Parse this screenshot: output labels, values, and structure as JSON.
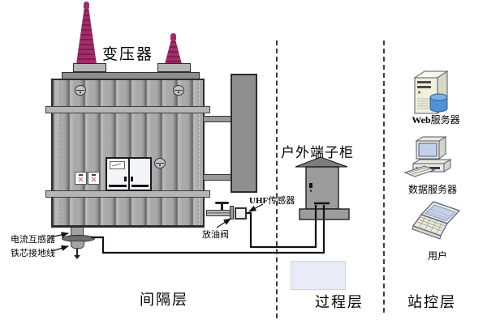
{
  "labels": {
    "transformer": "变压器",
    "current_transformer": "电流互感器",
    "core_ground_wire": "铁芯接地线",
    "oil_drain_valve": "放油阀",
    "uhf_sensor_prefix": "UHF",
    "uhf_sensor_suffix": "传感器",
    "outdoor_terminal_cabinet": "户外端子柜"
  },
  "station_devices": {
    "web_server_prefix": "Web",
    "web_server_suffix": "服务器",
    "data_server": "数据服务器",
    "user": "用户"
  },
  "layers": {
    "bay": "间隔层",
    "process": "过程层",
    "station": "站控层"
  },
  "icons": {
    "web_server": "server-tower-with-database-cylinder",
    "data_server": "desktop-computer",
    "user": "laptop"
  },
  "colors": {
    "bushing": "#a12d68",
    "bushing_dark": "#7e1f50",
    "tank": "#a9a9a9",
    "tank_line": "#6e6e6e",
    "band": "#b5b5b5",
    "rail": "#8e8e8e",
    "radiator": "#8f8f8f",
    "cabinet": "#9c9c9c",
    "roof": "#7d7d7d",
    "outline": "#2c2c2c",
    "door": "#f3f5f9",
    "process_box": "#e9ecf6",
    "process_border": "#ccd4e6",
    "cable": "#111111",
    "server_body": "#f1f0dc",
    "server_side": "#d9d8c2",
    "cylinder": "#4e93d6",
    "cylinder_top": "#7db1e4",
    "screen": "#c3d0e8",
    "device": "#eceade",
    "icon_outline": "#4b5b78"
  }
}
